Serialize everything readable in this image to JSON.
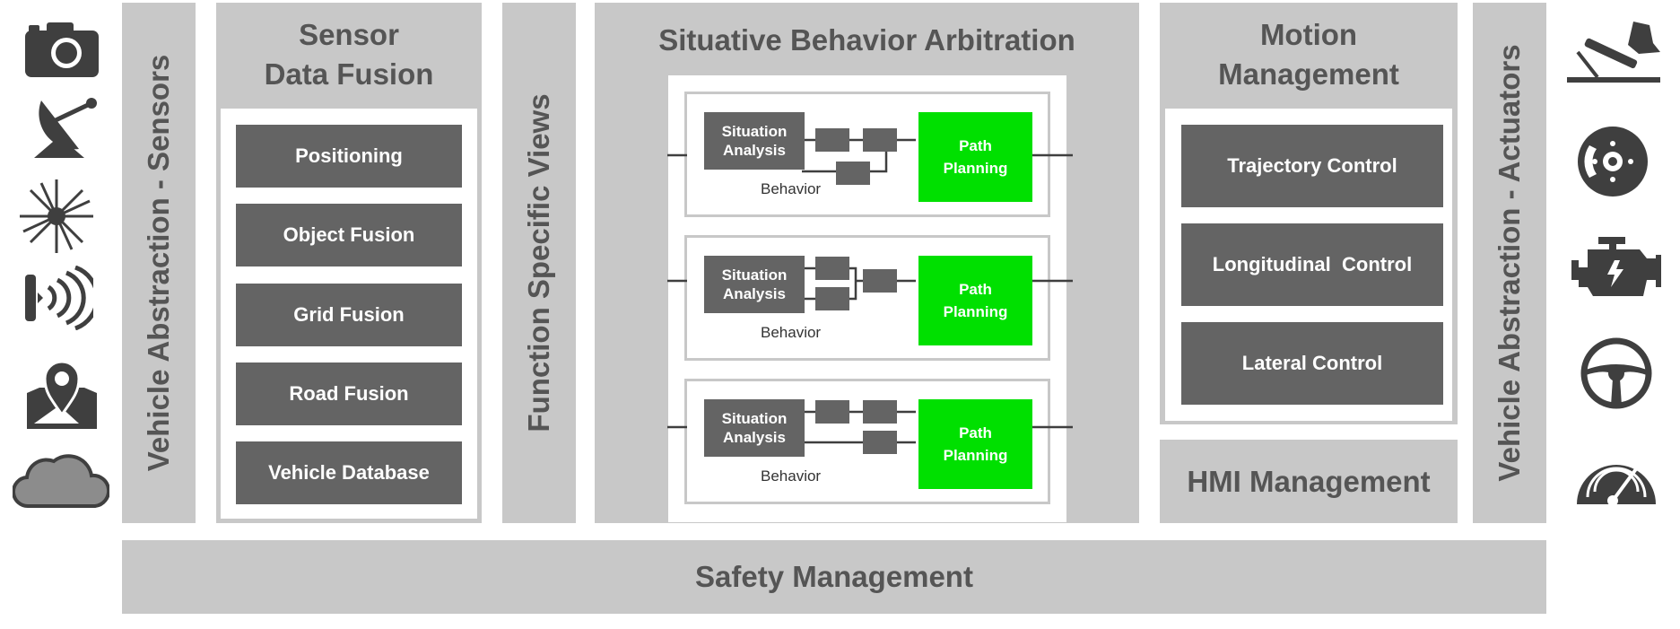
{
  "left_icons": [
    "camera-icon",
    "radar-icon",
    "lidar-icon",
    "ultrasonic-icon",
    "map-icon",
    "cloud-icon"
  ],
  "right_icons": [
    "pedal-icon",
    "brake-disc-icon",
    "engine-icon",
    "steering-wheel-icon",
    "speedometer-icon"
  ],
  "vehicle_abstraction_sensors": "Vehicle Abstraction - Sensors",
  "sensor_fusion": {
    "title": "Sensor\nData Fusion",
    "items": [
      "Positioning",
      "Object Fusion",
      "Grid Fusion",
      "Road Fusion",
      "Vehicle Database"
    ]
  },
  "function_views": "Function Specific Views",
  "arbitration": {
    "title": "Situative Behavior Arbitration",
    "behaviors": [
      {
        "situation": "Situation\nAnalysis",
        "planning": "Path\nPlanning",
        "label": "Behavior"
      },
      {
        "situation": "Situation\nAnalysis",
        "planning": "Path\nPlanning",
        "label": "Behavior"
      },
      {
        "situation": "Situation\nAnalysis",
        "planning": "Path\nPlanning",
        "label": "Behavior"
      }
    ]
  },
  "motion": {
    "title": "Motion\nManagement",
    "items": [
      "Trajectory Control",
      "Longitudinal  Control",
      "Lateral Control"
    ]
  },
  "hmi": "HMI Management",
  "vehicle_abstraction_actuators": "Vehicle Abstraction - Actuators",
  "safety": "Safety Management",
  "colors": {
    "panel": "#c8c8c8",
    "box": "#646464",
    "path_planning": "#00e000",
    "text": "#555555",
    "icon": "#3f3f3f"
  }
}
